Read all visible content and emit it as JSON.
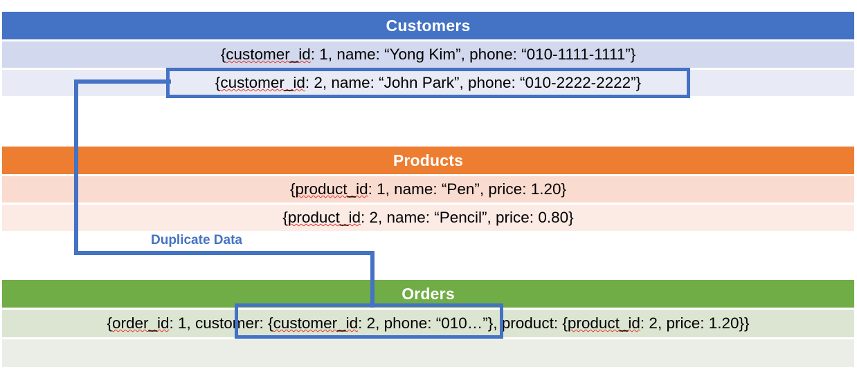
{
  "diagram": {
    "title_hidden": "",
    "annotation": {
      "duplicate_label": "Duplicate Data",
      "accent_color": "#4472C4"
    },
    "tables": [
      {
        "name": "customers",
        "header": "Customers",
        "header_color": "#4472C4",
        "row_colors": [
          "#D2D8ED",
          "#E8EBF5"
        ],
        "rows": [
          {
            "id": "customers-row-1",
            "highlighted": false,
            "segments": [
              {
                "text": "{",
                "misspelled": false
              },
              {
                "text": "customer_id",
                "misspelled": true
              },
              {
                "text": ": 1, name: “Yong Kim”, phone: “010-1111-1111”}",
                "misspelled": false
              }
            ],
            "plain": "{customer_id: 1, name: “Yong Kim”, phone: “010-1111-1111”}"
          },
          {
            "id": "customers-row-2",
            "highlighted": true,
            "segments": [
              {
                "text": "{",
                "misspelled": false
              },
              {
                "text": "customer_id",
                "misspelled": true
              },
              {
                "text": ": 2, name: “John Park”, phone: “010-2222-2222”}",
                "misspelled": false
              }
            ],
            "plain": "{customer_id: 2, name: “John Park”, phone: “010-2222-2222”}"
          }
        ]
      },
      {
        "name": "products",
        "header": "Products",
        "header_color": "#ED7D31",
        "row_colors": [
          "#FADBCF",
          "#FCEAE5"
        ],
        "rows": [
          {
            "id": "products-row-1",
            "highlighted": false,
            "segments": [
              {
                "text": "{",
                "misspelled": false
              },
              {
                "text": "product_id",
                "misspelled": true
              },
              {
                "text": ": 1, name: “Pen”, price: 1.20}",
                "misspelled": false
              }
            ],
            "plain": "{product_id: 1, name: “Pen”, price: 1.20}"
          },
          {
            "id": "products-row-2",
            "highlighted": false,
            "segments": [
              {
                "text": "{",
                "misspelled": false
              },
              {
                "text": "product_id",
                "misspelled": true
              },
              {
                "text": ": 2, name: “Pencil”, price: 0.80}",
                "misspelled": false
              }
            ],
            "plain": "{product_id: 2, name: “Pencil”, price: 0.80}"
          }
        ]
      },
      {
        "name": "orders",
        "header": "Orders",
        "header_color": "#70AD47",
        "row_colors": [
          "#DCE5D2",
          "#EAEEE7"
        ],
        "rows": [
          {
            "id": "orders-row-1",
            "highlighted": true,
            "segments": [
              {
                "text": "{",
                "misspelled": false
              },
              {
                "text": "order_id",
                "misspelled": true
              },
              {
                "text": ": 1, customer: {",
                "misspelled": false
              },
              {
                "text": "customer_id",
                "misspelled": true
              },
              {
                "text": ": 2, phone: “010…”}, product: {",
                "misspelled": false
              },
              {
                "text": "product_id",
                "misspelled": true
              },
              {
                "text": ": 2, price: 1.20}}",
                "misspelled": false
              }
            ],
            "plain": "{order_id: 1, customer: {customer_id: 2, phone: “010…”}, product: {product_id: 2, price: 1.20}}"
          },
          {
            "id": "orders-row-2",
            "highlighted": false,
            "segments": [],
            "plain": ""
          }
        ]
      }
    ]
  }
}
